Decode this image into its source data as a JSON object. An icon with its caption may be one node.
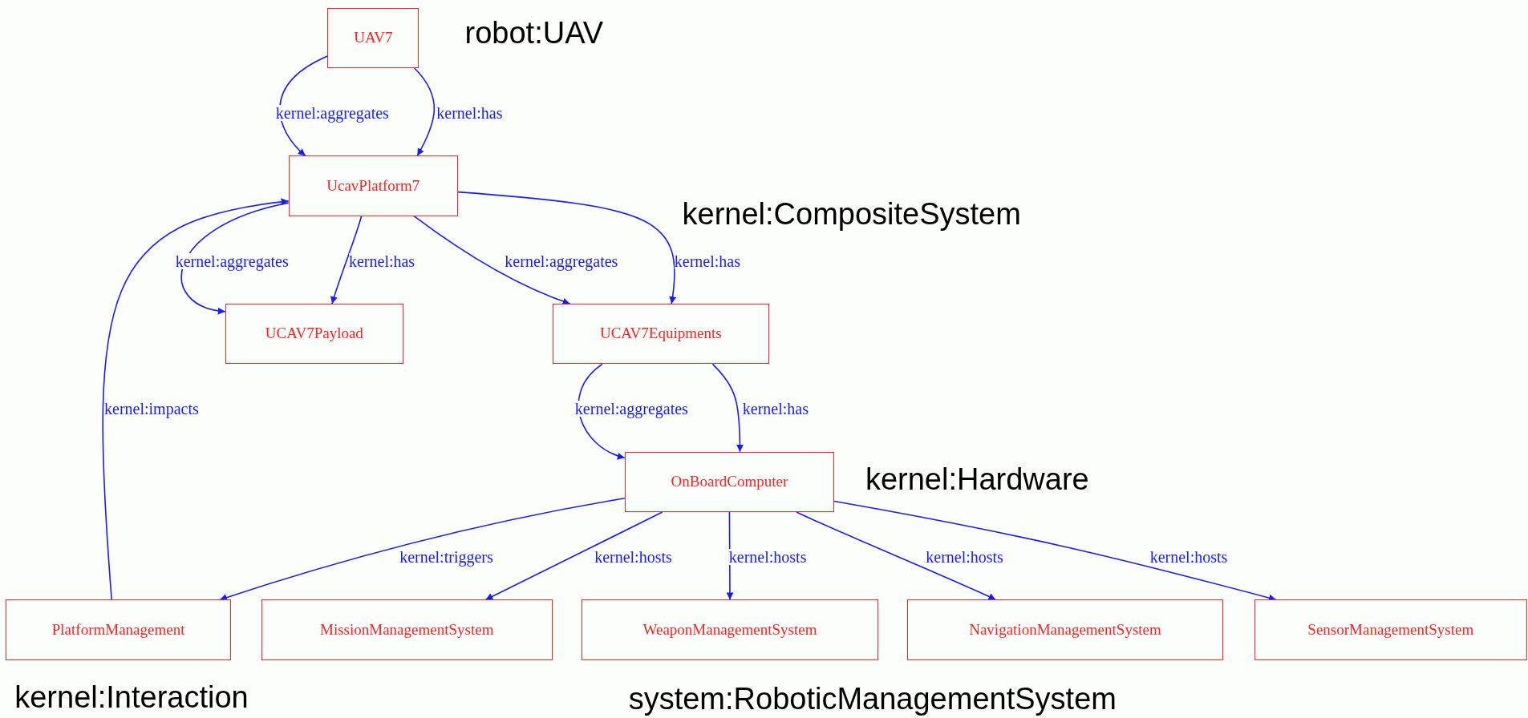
{
  "diagram": {
    "nodes": [
      {
        "text": [
          "UAV7"
        ]
      },
      {
        "text": [
          "UcavPlatform7"
        ]
      },
      {
        "text": [
          "UCAV7Payload"
        ]
      },
      {
        "text": [
          "UCAV7Equipments"
        ]
      },
      {
        "text": [
          "OnBoardComputer"
        ]
      },
      {
        "text": [
          "PlatformManagement"
        ]
      },
      {
        "text": [
          "MissionManagementSystem"
        ]
      },
      {
        "text": [
          "WeaponManagementSystem"
        ]
      },
      {
        "text": [
          "NavigationManagementSystem"
        ]
      },
      {
        "text": [
          "SensorManagementSystem"
        ]
      }
    ],
    "edges": [
      {
        "from": 0,
        "to": 1,
        "arrow": "to",
        "label": "kernel:aggregates"
      },
      {
        "from": 0,
        "to": 1,
        "arrow": "to",
        "label": "kernel:has"
      },
      {
        "from": 1,
        "to": 2,
        "arrow": "to",
        "label": "kernel:aggregates"
      },
      {
        "from": 1,
        "to": 2,
        "arrow": "to",
        "label": "kernel:has"
      },
      {
        "from": 1,
        "to": 3,
        "arrow": "to",
        "label": "kernel:aggregates"
      },
      {
        "from": 1,
        "to": 3,
        "arrow": "to",
        "label": "kernel:has"
      },
      {
        "from": 3,
        "to": 4,
        "arrow": "to",
        "label": "kernel:aggregates"
      },
      {
        "from": 3,
        "to": 4,
        "arrow": "to",
        "label": "kernel:has"
      },
      {
        "from": 4,
        "to": 5,
        "arrow": "to",
        "label": "kernel:triggers"
      },
      {
        "from": 4,
        "to": 6,
        "arrow": "to",
        "label": "kernel:hosts"
      },
      {
        "from": 4,
        "to": 7,
        "arrow": "to",
        "label": "kernel:hosts"
      },
      {
        "from": 4,
        "to": 8,
        "arrow": "to",
        "label": "kernel:hosts"
      },
      {
        "from": 4,
        "to": 9,
        "arrow": "to",
        "label": "kernel:hosts"
      },
      {
        "from": 5,
        "to": 1,
        "arrow": "to",
        "label": "kernel:impacts"
      }
    ],
    "labels": [
      "robot:UAV",
      "kernel:CompositeSystem",
      "kernel:Hardware",
      "kernel:Interaction",
      "system:RoboticManagementSystem"
    ]
  }
}
